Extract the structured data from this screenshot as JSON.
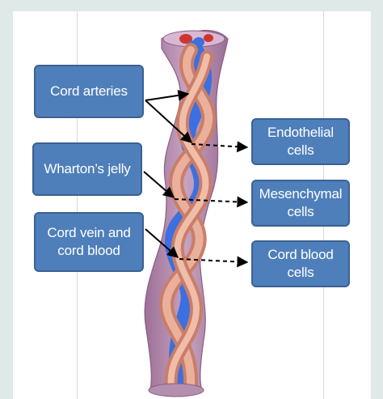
{
  "colors": {
    "background": "#dfe9e8",
    "panel": "#ffffff",
    "box_fill": "#4f7fba",
    "box_border": "#3a6193",
    "box_text": "#ffffff",
    "cord_outer": "#b58fae",
    "artery": "#e2a089",
    "vein": "#3c6fe0",
    "arrow": "#000000"
  },
  "labels_left": {
    "cord_arteries": "Cord arteries",
    "whartons_jelly": "Wharton’s jelly",
    "cord_vein": "Cord vein and\ncord blood"
  },
  "labels_right": {
    "endothelial": "Endothelial\ncells",
    "mesenchymal": "Mesenchymal\ncells",
    "cord_blood_cells": "Cord blood\ncells"
  }
}
